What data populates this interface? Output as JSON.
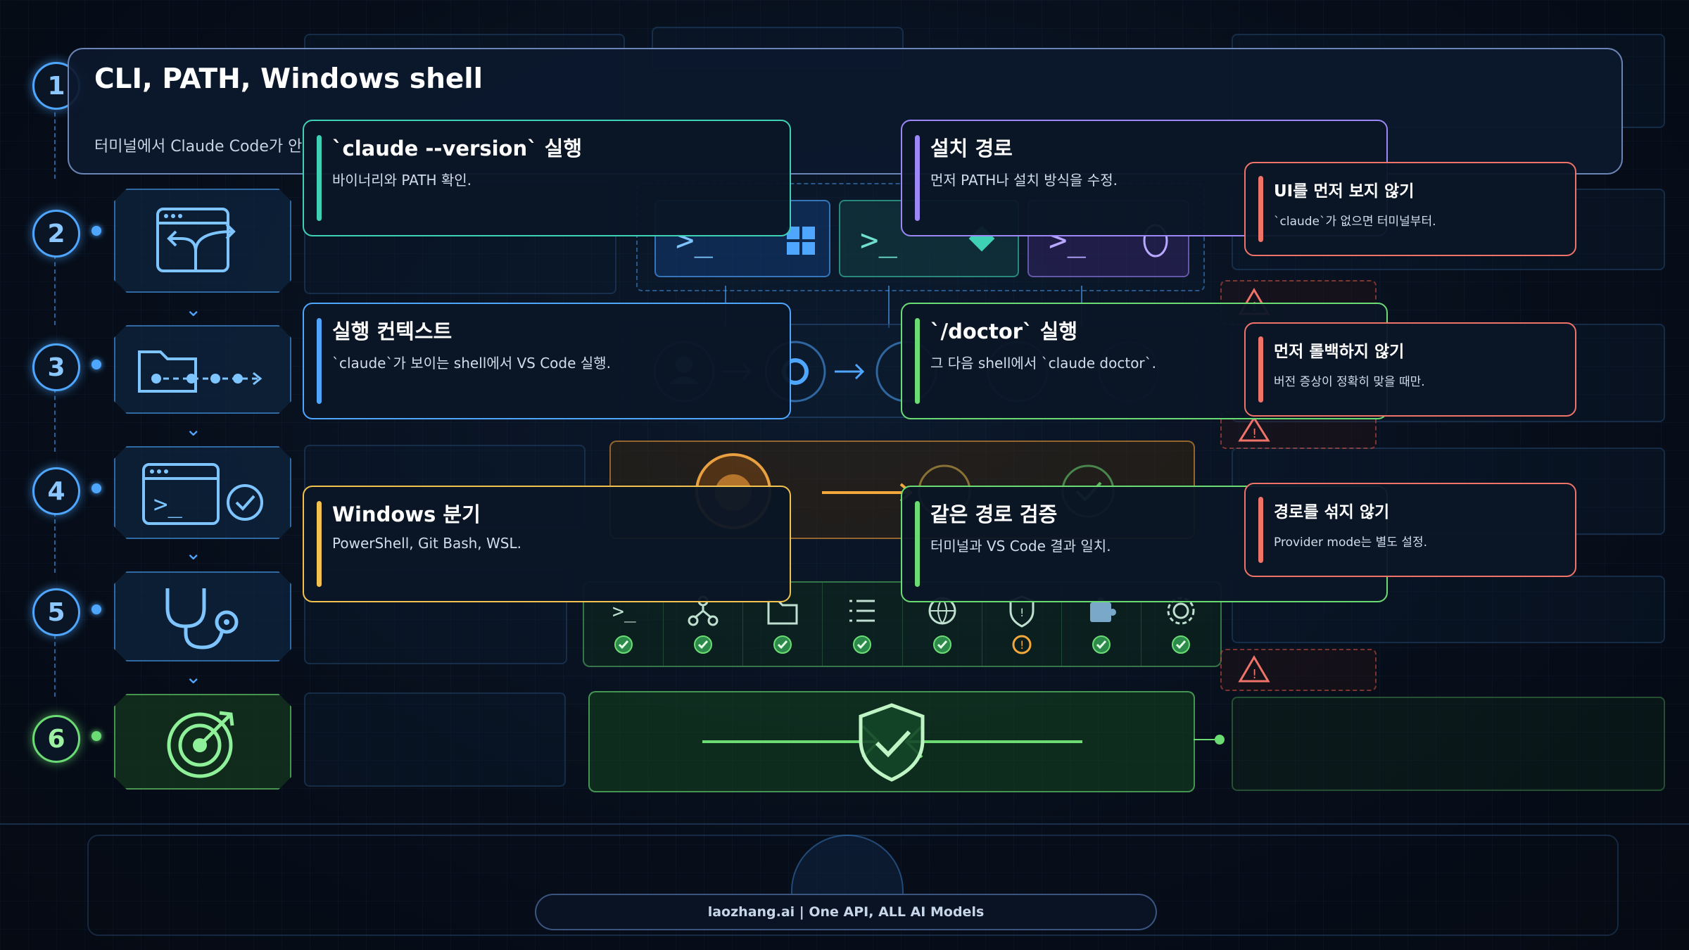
{
  "steps": [
    {
      "num": "1",
      "icon": "terminal-icon"
    },
    {
      "num": "2",
      "icon": "branch-window-icon"
    },
    {
      "num": "3",
      "icon": "folder-path-icon"
    },
    {
      "num": "4",
      "icon": "terminal-check-icon"
    },
    {
      "num": "5",
      "icon": "stethoscope-icon"
    },
    {
      "num": "6",
      "icon": "target-icon"
    }
  ],
  "banner": {
    "title": "CLI, PATH, Windows shell",
    "subtitle": "터미널에서 Claude Code가 안"
  },
  "cards": {
    "version": {
      "title": "`claude --version` 실행",
      "desc": "바이너리와 PATH 확인."
    },
    "install_path": {
      "title": "설치 경로",
      "desc": "먼저 PATH나 설치 방식을 수정."
    },
    "no_ui": {
      "title": "UI를 먼저 보지 않기",
      "desc": "`claude`가 없으면 터미널부터."
    },
    "exec_context": {
      "title": "실행 컨텍스트",
      "desc": "`claude`가 보이는 shell에서 VS Code 실행."
    },
    "doctor": {
      "title": "`/doctor` 실행",
      "desc": "그 다음 shell에서 `claude doctor`."
    },
    "no_rollback": {
      "title": "먼저 롤백하지 않기",
      "desc": "버전 증상이 정확히 맞을 때만."
    },
    "windows": {
      "title": "Windows 분기",
      "desc": "PowerShell, Git Bash, WSL."
    },
    "same_path": {
      "title": "같은 경로 검증",
      "desc": "터미널과 VS Code 결과 일치."
    },
    "no_mix": {
      "title": "경로를 섞지 않기",
      "desc": "Provider mode는 별도 설정."
    }
  },
  "colors": {
    "teal": "#3fd1b5",
    "purple": "#9b87f5",
    "salmon": "#f0736a",
    "blue": "#4fa6ff",
    "green": "#6bdc74",
    "yellow": "#f2c14e"
  },
  "checks": [
    "check",
    "check",
    "check",
    "check",
    "check",
    "warn",
    "check",
    "check"
  ],
  "footer": "laozhang.ai | One API, ALL AI Models"
}
